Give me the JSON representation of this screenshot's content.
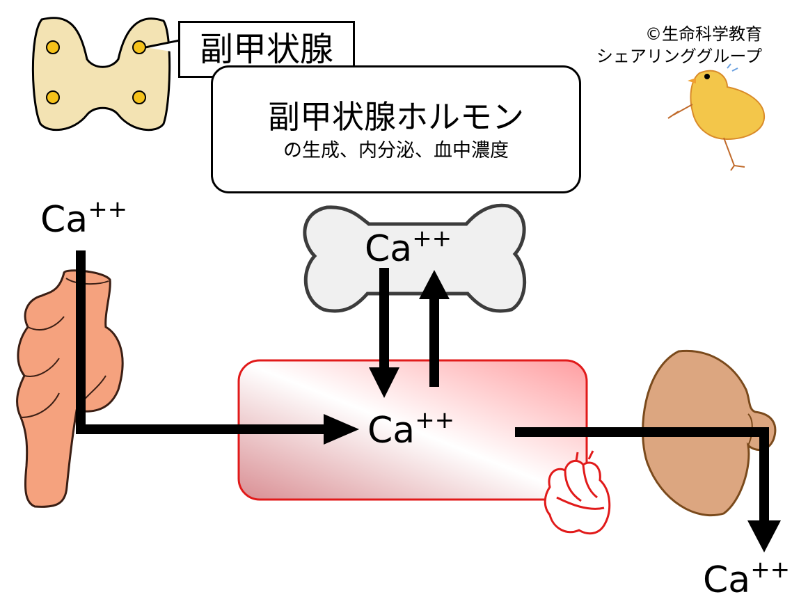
{
  "gland_label": "副甲状腺",
  "hormone_box": {
    "title": "副甲状腺ホルモン",
    "subtitle": "の生成、内分泌、血中濃度"
  },
  "credit": {
    "line1": "©生命科学教育",
    "line2": "シェアリンググループ"
  },
  "calcium": {
    "base": "Ca",
    "charge": "++"
  },
  "colors": {
    "gland": "#f3e3b3",
    "gland_dot": "#f5c21a",
    "intestine": "#f5a27e",
    "kidney": "#dca680",
    "blood_border": "#e11a1a",
    "heart": "#e11a1a",
    "bone": "#f0f0f0"
  },
  "icons": [
    "parathyroid-gland-icon",
    "intestine-icon",
    "bone-icon",
    "blood-vessel-icon",
    "heart-icon",
    "kidney-icon",
    "chick-icon"
  ]
}
